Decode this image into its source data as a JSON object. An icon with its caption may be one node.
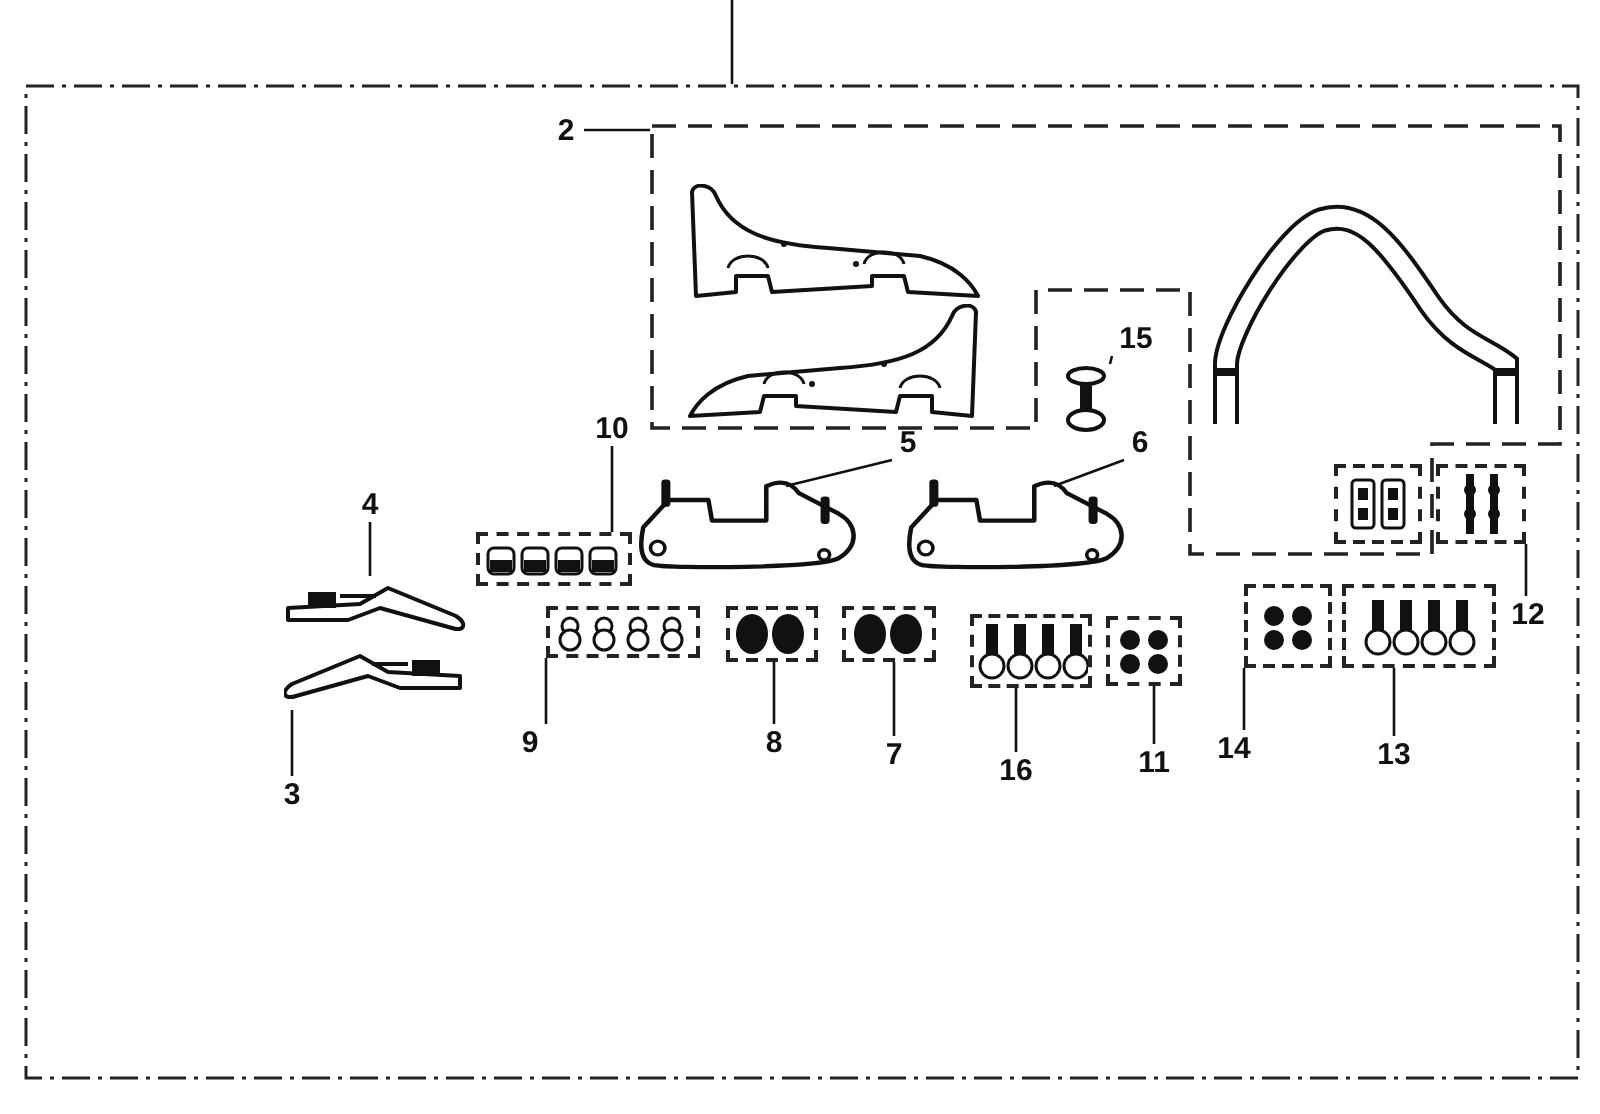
{
  "diagram": {
    "nodes": [
      {
        "text": [],
        "shape": "box"
      },
      {
        "text": [
          "2"
        ],
        "in": 0
      },
      {
        "text": [],
        "shape": "box",
        "in": 0
      },
      {
        "text": [],
        "shape": "picture",
        "in": 2
      },
      {
        "text": [],
        "shape": "picture",
        "in": 2
      },
      {
        "text": [],
        "shape": "picture",
        "in": 2
      },
      {
        "text": [
          "15"
        ],
        "in": 0
      },
      {
        "text": [],
        "shape": "picture",
        "in": 0
      },
      {
        "text": [
          "10"
        ],
        "in": 0
      },
      {
        "text": [],
        "shape": "box",
        "in": 0
      },
      {
        "text": [
          "5"
        ],
        "in": 0
      },
      {
        "text": [],
        "shape": "picture",
        "in": 0
      },
      {
        "text": [
          "6"
        ],
        "in": 0
      },
      {
        "text": [],
        "shape": "picture",
        "in": 0
      },
      {
        "text": [
          "4"
        ],
        "in": 0
      },
      {
        "text": [],
        "shape": "picture",
        "in": 0
      },
      {
        "text": [],
        "shape": "box",
        "in": 2
      },
      {
        "text": [],
        "shape": "box",
        "in": 0
      },
      {
        "text": [
          "12"
        ],
        "in": 0
      },
      {
        "text": [
          "9"
        ],
        "in": 0
      },
      {
        "text": [],
        "shape": "box",
        "in": 0
      },
      {
        "text": [
          "8"
        ],
        "in": 0
      },
      {
        "text": [],
        "shape": "box",
        "in": 0
      },
      {
        "text": [
          "7"
        ],
        "in": 0
      },
      {
        "text": [],
        "shape": "box",
        "in": 0
      },
      {
        "text": [
          "16"
        ],
        "in": 0
      },
      {
        "text": [],
        "shape": "box",
        "in": 0
      },
      {
        "text": [
          "11"
        ],
        "in": 0
      },
      {
        "text": [],
        "shape": "box",
        "in": 0
      },
      {
        "text": [
          "14"
        ],
        "in": 0
      },
      {
        "text": [],
        "shape": "box",
        "in": 0
      },
      {
        "text": [
          "13"
        ],
        "in": 0
      },
      {
        "text": [],
        "shape": "box",
        "in": 0
      },
      {
        "text": [
          "3"
        ],
        "in": 0
      },
      {
        "text": [],
        "shape": "picture",
        "in": 0
      }
    ],
    "edges": [
      {
        "from": null,
        "to": 0,
        "arrow": "none"
      },
      {
        "from": 1,
        "to": 2,
        "arrow": "none"
      },
      {
        "from": 6,
        "to": 7,
        "arrow": "none"
      },
      {
        "from": 8,
        "to": 9,
        "arrow": "none"
      },
      {
        "from": 10,
        "to": 11,
        "arrow": "none"
      },
      {
        "from": 12,
        "to": 13,
        "arrow": "none"
      },
      {
        "from": 14,
        "to": 15,
        "arrow": "none"
      },
      {
        "from": 18,
        "to": 17,
        "arrow": "none"
      },
      {
        "from": 19,
        "to": 20,
        "arrow": "none"
      },
      {
        "from": 21,
        "to": 22,
        "arrow": "none"
      },
      {
        "from": 23,
        "to": 24,
        "arrow": "none"
      },
      {
        "from": 25,
        "to": 26,
        "arrow": "none"
      },
      {
        "from": 27,
        "to": 28,
        "arrow": "none"
      },
      {
        "from": 29,
        "to": 30,
        "arrow": "none"
      },
      {
        "from": 31,
        "to": 32,
        "arrow": "none"
      },
      {
        "from": 33,
        "to": 34,
        "arrow": "none"
      }
    ]
  }
}
